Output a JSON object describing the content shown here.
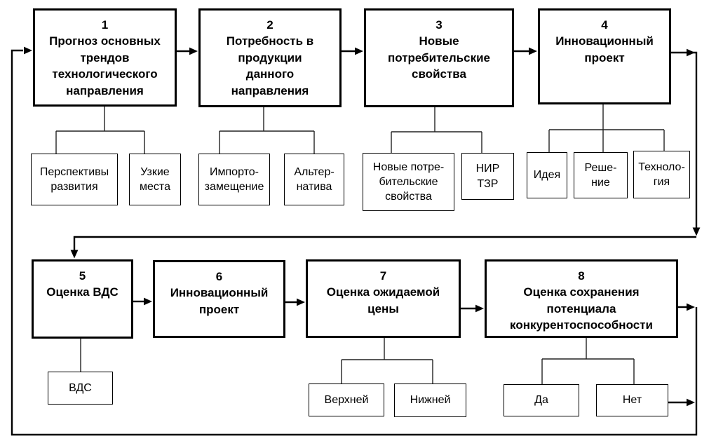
{
  "diagram": {
    "type": "flowchart",
    "language": "ru",
    "background": "#ffffff",
    "line_color": "#000000",
    "stages": [
      {
        "number": "1",
        "label": "Прогноз основных\nтрендов\nтехнологического\nнаправления",
        "children": [
          "Перспективы\nразвития",
          "Узкие\nместа"
        ]
      },
      {
        "number": "2",
        "label": "Потребность в\nпродукции\nданного\nнаправления",
        "children": [
          "Импорто-\nзамещение",
          "Альтер-\nнатива"
        ]
      },
      {
        "number": "3",
        "label": "Новые\nпотребительские\nсвойства",
        "children": [
          "Новые потре-\nбительские\nсвойства",
          "НИР\nТЗР"
        ]
      },
      {
        "number": "4",
        "label": "Инновационный\nпроект",
        "children": [
          "Идея",
          "Реше-\nние",
          "Техноло-\nгия"
        ]
      },
      {
        "number": "5",
        "label": "Оценка ВДС",
        "children": [
          "ВДС"
        ]
      },
      {
        "number": "6",
        "label": "Инновационный\nпроект",
        "children": []
      },
      {
        "number": "7",
        "label": "Оценка ожидаемой\nцены",
        "children": [
          "Верхней",
          "Нижней"
        ]
      },
      {
        "number": "8",
        "label": "Оценка сохранения\nпотенциала\nконкурентоспособности",
        "children": [
          "Да",
          "Нет"
        ]
      }
    ]
  }
}
